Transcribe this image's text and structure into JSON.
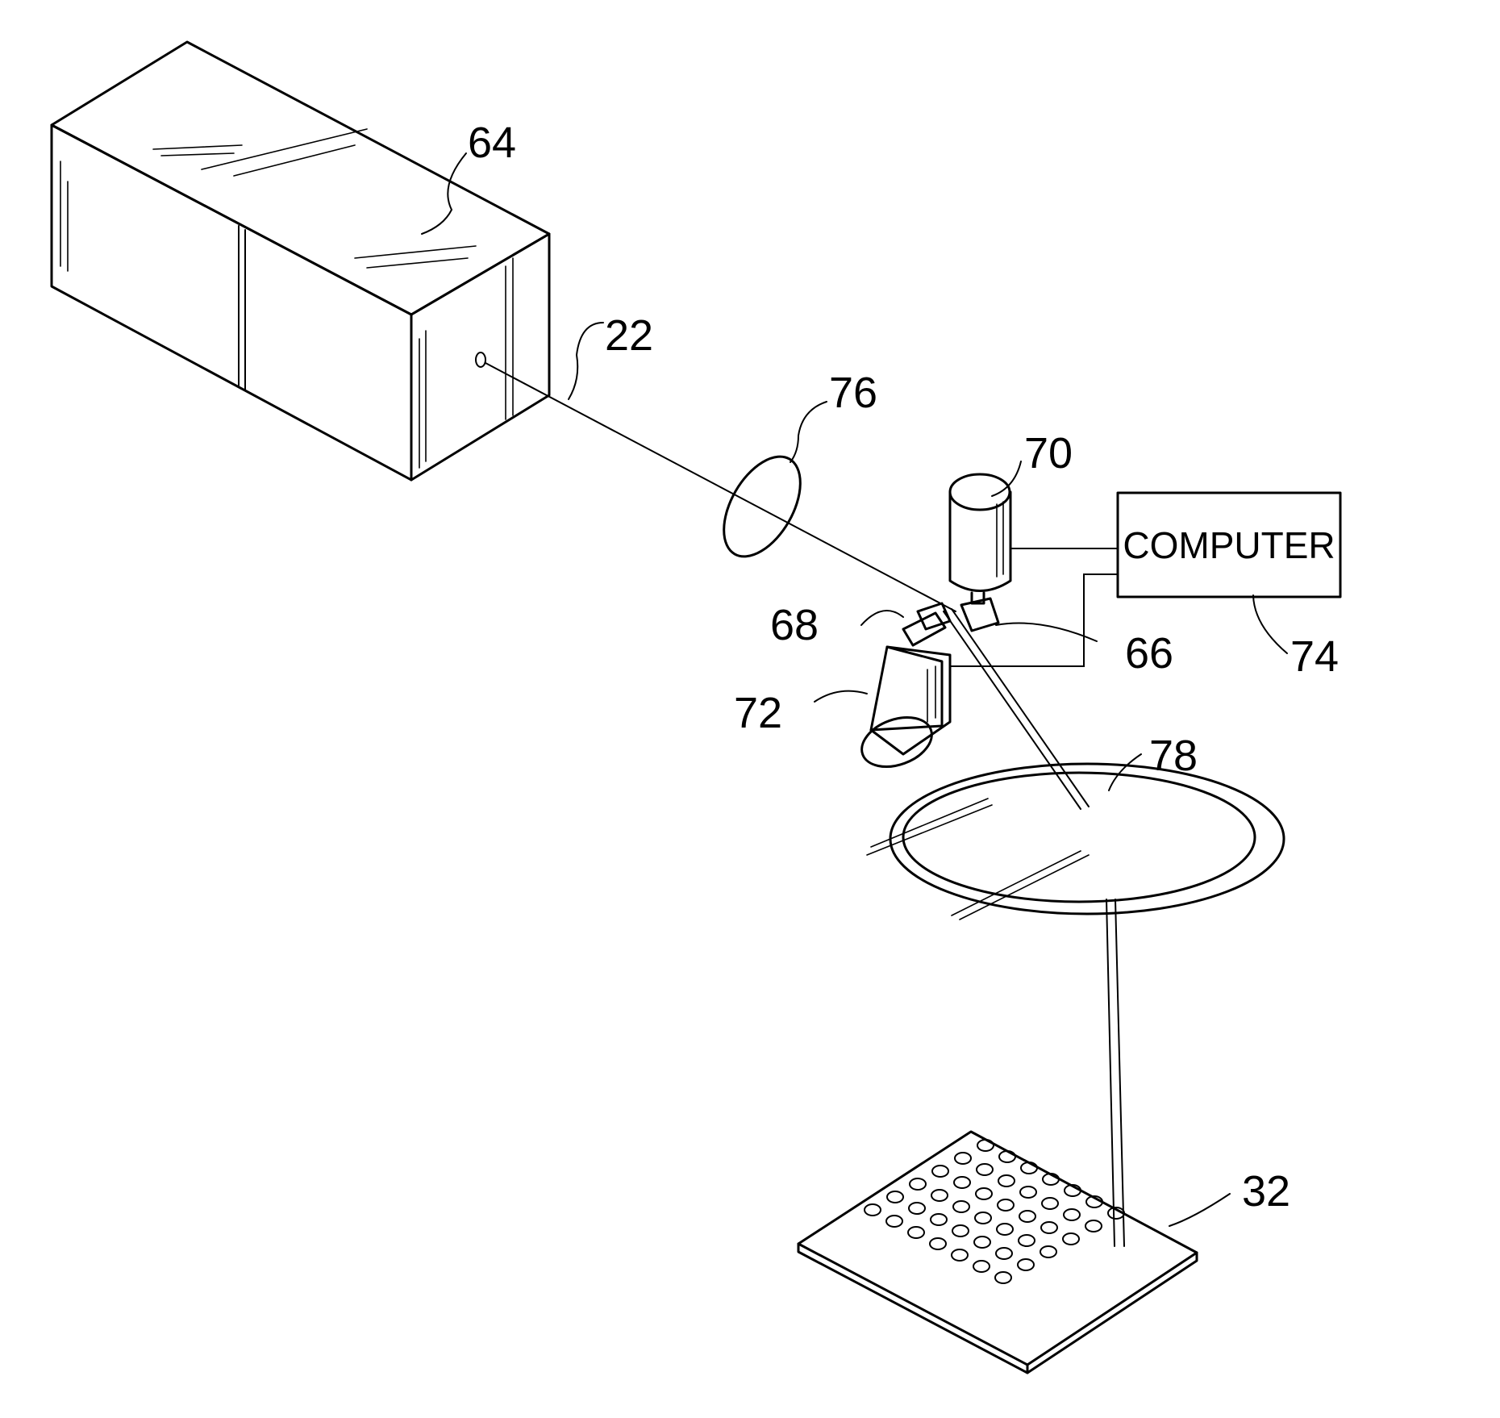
{
  "labels": {
    "l64": "64",
    "l22": "22",
    "l76": "76",
    "l70": "70",
    "l68": "68",
    "l66": "66",
    "l72": "72",
    "l74": "74",
    "l78": "78",
    "l32": "32"
  },
  "computer_box": {
    "text": "COMPUTER"
  },
  "plate": {
    "rows": 7,
    "wells_per_row": 6
  }
}
